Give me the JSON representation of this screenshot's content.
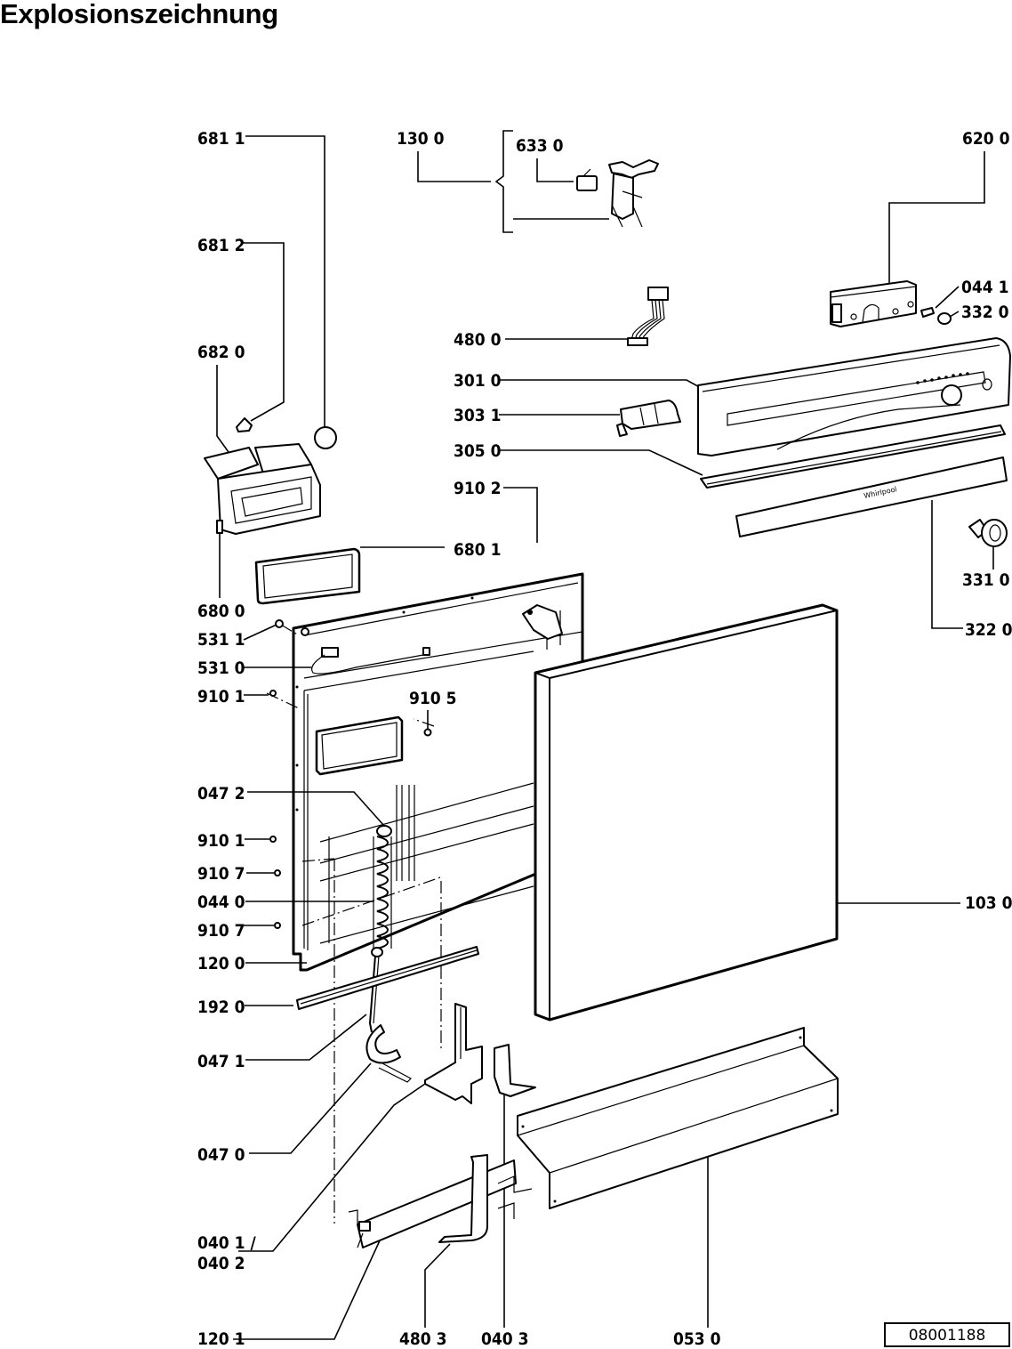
{
  "title": "Explosionszeichnung",
  "reference_number": "08001188",
  "labels": {
    "p6811": "681 1",
    "p6812": "681 2",
    "p6820": "682 0",
    "p6800": "680 0",
    "p6801": "680 1",
    "p1300": "130 0",
    "p6330": "633 0",
    "p6200": "620 0",
    "p0441": "044 1",
    "p3320": "332 0",
    "p4800": "480 0",
    "p3010": "301 0",
    "p3031": "303 1",
    "p3050": "305 0",
    "p9102": "910 2",
    "p3310": "331 0",
    "p3220": "322 0",
    "p5311": "531 1",
    "p5310": "531 0",
    "p9101a": "910 1",
    "p9105": "910 5",
    "p0472": "047 2",
    "p9101b": "910 1",
    "p9107a": "910 7",
    "p0440": "044 0",
    "p9107b": "910 7",
    "p1200": "120 0",
    "p1030": "103 0",
    "p1920": "192 0",
    "p0471": "047 1",
    "p0470": "047 0",
    "p0401": "040 1 /",
    "p0402": "040 2",
    "p1201": "120 1",
    "p4803": "480 3",
    "p0403": "040 3",
    "p0530": "053 0"
  }
}
